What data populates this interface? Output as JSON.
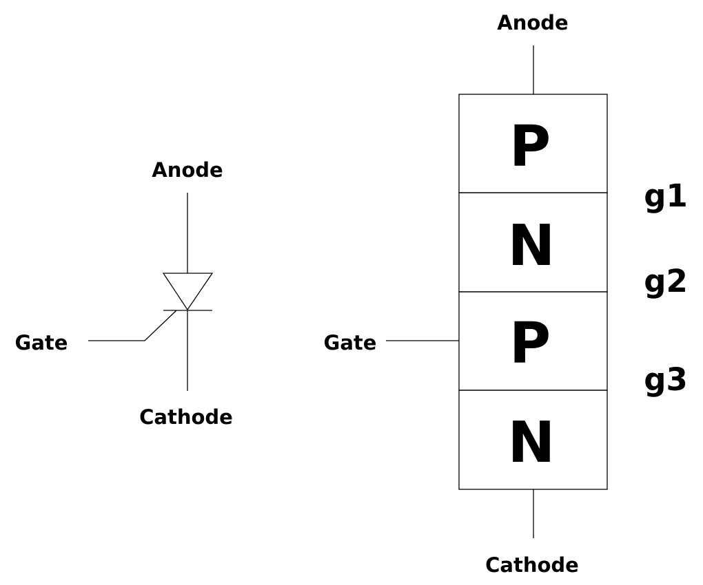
{
  "symbol": {
    "anode_label": "Anode",
    "cathode_label": "Cathode",
    "gate_label": "Gate"
  },
  "structure": {
    "anode_label": "Anode",
    "cathode_label": "Cathode",
    "gate_label": "Gate",
    "layers": [
      {
        "label": "P"
      },
      {
        "label": "N"
      },
      {
        "label": "P"
      },
      {
        "label": "N"
      }
    ],
    "junctions": [
      {
        "label": "g1"
      },
      {
        "label": "g2"
      },
      {
        "label": "g3"
      }
    ]
  }
}
